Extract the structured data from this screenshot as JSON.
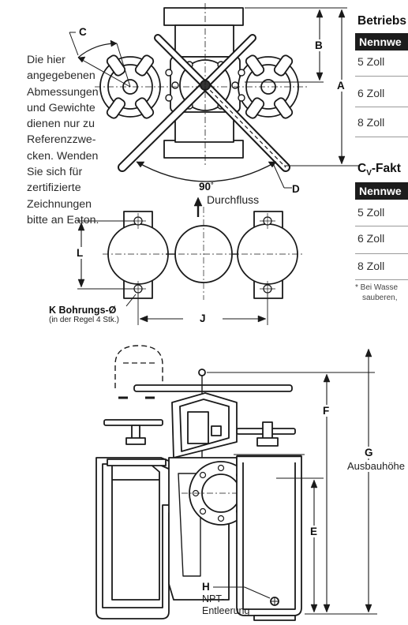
{
  "note": "Die hier angegebenen Abmessungen und Gewichte dienen nur zu Referenzzwe-cken. Wenden Sie sich für zertifizierte Zeichnungen bitte an Eaton.",
  "dimensions": {
    "A": "A",
    "B": "B",
    "C": "C",
    "D": "D",
    "E": "E",
    "F": "F",
    "G": "G",
    "H": "H",
    "J": "J",
    "L": "L"
  },
  "angle": "90",
  "angle_unit": "°",
  "flow_label": "Durchfluss",
  "bolt_hole_label": "K Bohrungs-Ø",
  "bolt_hole_note": "(in der Regel 4 Stk.)",
  "height_label": "Ausbauhöhe",
  "drain_label_1": "NPT-",
  "drain_label_2": "Entleerung",
  "table1": {
    "title": "Betriebs",
    "header": "Nennwe",
    "rows": [
      "5 Zoll",
      "6 Zoll",
      "8 Zoll"
    ]
  },
  "table2": {
    "title_main": "C",
    "title_sub": "V",
    "title_rest": "-Fakt",
    "header": "Nennwe",
    "rows": [
      "5 Zoll",
      "6 Zoll",
      "8 Zoll"
    ]
  },
  "footnote_1": "* Bei Wasse",
  "footnote_2": "sauberen,"
}
